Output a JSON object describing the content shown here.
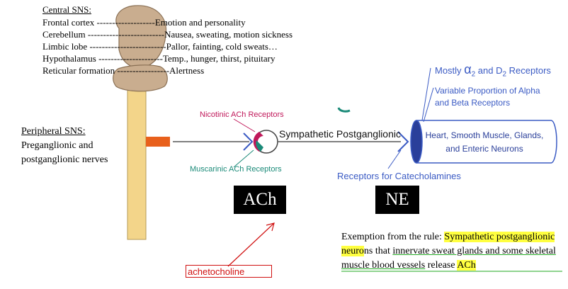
{
  "central": {
    "title": "Central SNS:",
    "rows": [
      {
        "label": "Frontal cortex",
        "dashes": "-------------------",
        "effect": "Emotion and personality"
      },
      {
        "label": "Cerebellum",
        "dashes": "-------------------------",
        "effect": "Nausea, sweating, motion sickness"
      },
      {
        "label": "Limbic lobe",
        "dashes": "-------------------------",
        "effect": "Pallor, fainting, cold sweats…"
      },
      {
        "label": "Hypothalamus",
        "dashes": "---------------------",
        "effect": "Temp., hunger, thirst, pituitary"
      },
      {
        "label": "Reticular formation",
        "dashes": "-----------------",
        "effect": "Alertness"
      }
    ]
  },
  "peripheral": {
    "title": "Peripheral SNS:",
    "body": "Preganglionic and postganglionic nerves"
  },
  "receptors": {
    "nicotinic": "Nicotinic ACh Receptors",
    "muscarinic": "Muscarinic ACh Receptors",
    "postganglionic": "Sympathetic Postganglionic",
    "catecholamines": "Receptors for Catecholamines",
    "mostly_prefix": "Mostly",
    "alpha": "α",
    "sub2a": "2",
    "and": "and D",
    "sub2b": "2",
    "receptors_word": "Receptors",
    "variable_line1": "Variable Proportion of Alpha",
    "variable_line2": "and Beta Receptors",
    "target_line1": "Heart, Smooth Muscle, Glands,",
    "target_line2": "and Enteric Neurons"
  },
  "boxes": {
    "ach": "ACh",
    "ne": "NE"
  },
  "annotation": {
    "acetylcholine": "achetocholine"
  },
  "exemption": {
    "prefix": "Exemption from the rule: ",
    "hl1": "Sympathetic postganglionic neuro",
    "after_hl1": "ns that ",
    "underlined": "innervate sweat glands and some skeletal muscle blood vessels",
    "release": " release ",
    "hl2": "ACh"
  },
  "colors": {
    "blue": "#3b5bc4",
    "magenta": "#c0185a",
    "teal": "#1a8a78",
    "orange": "#e8601c",
    "spinal": "#f3d58a",
    "brain": "#c9ad8f",
    "highlight": "#ffff40",
    "red": "#d01010"
  }
}
